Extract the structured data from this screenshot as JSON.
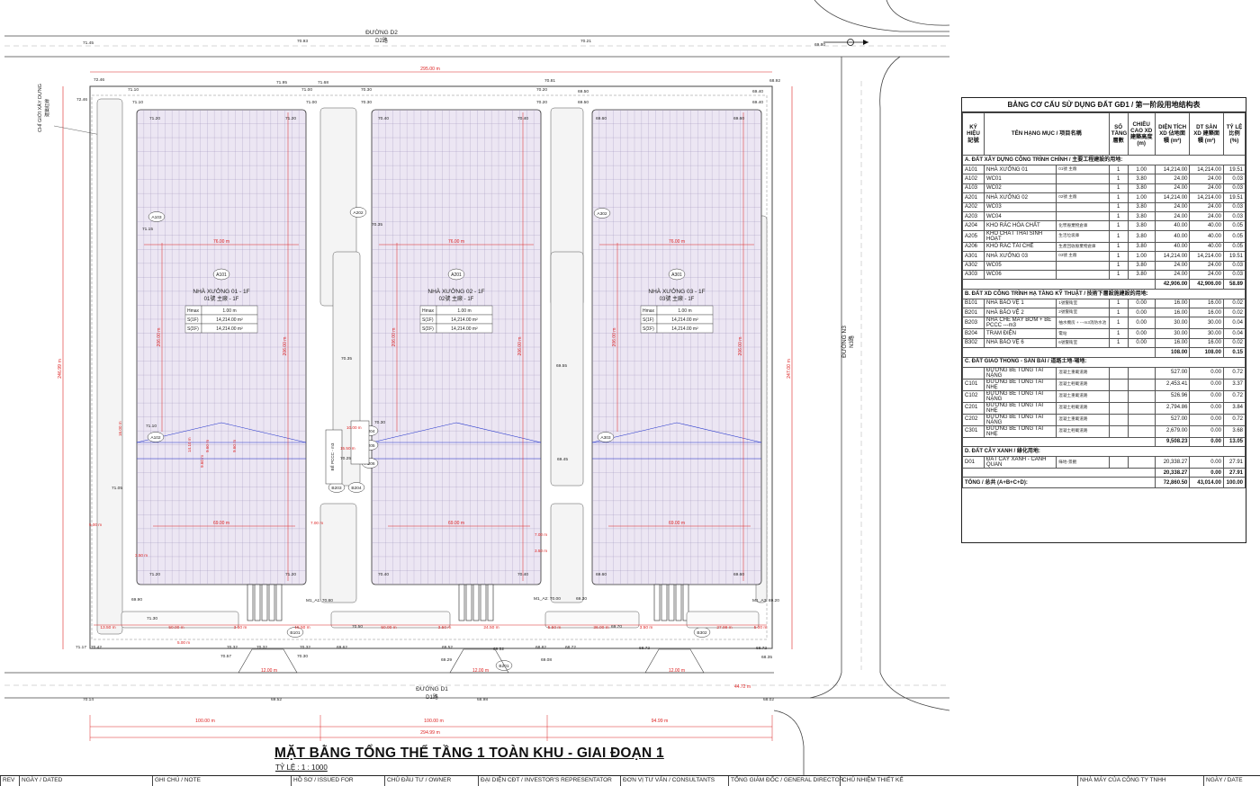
{
  "roads": {
    "d2": {
      "vn": "ĐƯỜNG D2",
      "zh": "D2路"
    },
    "d1": {
      "vn": "ĐƯỜNG D1",
      "zh": "D1路"
    },
    "n3": {
      "vn": "ĐƯỜNG N3",
      "zh": "N3路"
    }
  },
  "boundary_label": {
    "vn": "CHỈ GIỚI XÂY DỰNG",
    "zh": "建築紅線"
  },
  "elevations": {
    "top_road": [
      "71.45",
      "70.93",
      "70.21",
      "69.80"
    ],
    "top_site": [
      "72.46",
      "71.95",
      "71.68",
      "70.81",
      "68.92"
    ],
    "top_inner": [
      "71.10",
      "71.00",
      "70.30",
      "70.20",
      "69.50",
      "69.40"
    ],
    "top_inner2": [
      "71.10",
      "71.00",
      "70.30",
      "70.20",
      "69.50",
      "69.40"
    ],
    "left_top": "72.46",
    "corners_a": [
      "71.20",
      "71.20",
      "70.40",
      "70.40",
      "69.60",
      "69.60"
    ],
    "corners_b": [
      "71.20",
      "71.20",
      "70.40",
      "70.40",
      "69.60",
      "69.60"
    ],
    "mid": [
      "71.15",
      "70.35",
      "70.35",
      "69.55",
      "71.05",
      "69.45",
      "71.10",
      "70.30",
      "70.25"
    ],
    "bottom_row1": [
      "69.90",
      "M1_A1: 70.80",
      "M1_A2: 70.00",
      "69.30",
      "M1_A3: 69.20"
    ],
    "bottom_row2": [
      "71.30",
      "70.50",
      "69.70"
    ],
    "bottom_row3": [
      "71.17",
      "70.42",
      "70.32",
      "70.32",
      "70.32",
      "69.62",
      "69.52",
      "69.52",
      "68.82",
      "68.72",
      "68.72",
      "68.72"
    ],
    "bottom_row4": [
      "70.57",
      "70.30",
      "69.29",
      "69.08",
      "68.35"
    ],
    "bottom_road": [
      "70.14",
      "69.52",
      "68.98",
      "68.02"
    ]
  },
  "dims": {
    "top_total": "295.00 m",
    "left_total": "246.99 m",
    "left_inner": "206.00 m",
    "right_total": "247.00 m",
    "building_len": "206.00 m",
    "building_width": "76.00 m",
    "inner_width": "69.00 m",
    "small": [
      "16.00 m",
      "14.10 m",
      "9.60 m",
      "9.60 m",
      "10.00 m",
      "15.50 m",
      "9.60 m",
      "3.50 m",
      "3.50 m",
      "7.00 m",
      "5.00 m",
      "5.00 m",
      "7.00 m"
    ],
    "bottom_seg": [
      "13.50 m",
      "50.00 m",
      "3.50 m",
      "15.50 m",
      "50.00 m",
      "3.50 m",
      "24.50 m",
      "5.50 m",
      "36.00 m",
      "3.50 m",
      "27.99 m",
      "5.00 m"
    ],
    "gate": "12.00 m",
    "gate_offset": "12.00 m",
    "d1_offset": "44.72 m",
    "bottom_total": [
      "100.00 m",
      "100.00 m",
      "94.99 m"
    ],
    "bottom_grand": "294.99 m"
  },
  "buildings": [
    {
      "code": "A101",
      "name_vn": "NHÀ XƯỞNG 01 - 1F",
      "name_zh": "01號 主廠 - 1F",
      "rows": [
        [
          "Hmax",
          "1.00 m"
        ],
        [
          "S(1F)",
          "14,214.00 m²"
        ],
        [
          "S(ΣF)",
          "14,214.00 m²"
        ]
      ]
    },
    {
      "code": "A201",
      "name_vn": "NHÀ XƯỞNG 02 - 1F",
      "name_zh": "02號 主廠 - 1F",
      "rows": [
        [
          "Hmax",
          "1.00 m"
        ],
        [
          "S(1F)",
          "14,214.00 m²"
        ],
        [
          "S(ΣF)",
          "14,214.00 m²"
        ]
      ]
    },
    {
      "code": "A301",
      "name_vn": "NHÀ XƯỞNG 03 - 1F",
      "name_zh": "03號 主廠 - 1F",
      "rows": [
        [
          "Hmax",
          "1.00 m"
        ],
        [
          "S(1F)",
          "14,214.00 m²"
        ],
        [
          "S(ΣF)",
          "14,214.00 m²"
        ]
      ]
    }
  ],
  "tags": [
    "A103",
    "A202",
    "A302",
    "A102",
    "A203",
    "A204",
    "A205",
    "A206",
    "A303",
    "B203",
    "B204",
    "B101",
    "B201",
    "B302"
  ],
  "pump_label": "BỂ PCCC - m3",
  "drawing_title": "MẶT BẰNG TỔNG THỂ TẦNG 1 TOÀN KHU - GIAI ĐOẠN 1",
  "drawing_scale": "TỶ LỆ : 1 : 1000",
  "table": {
    "title": "BẢNG CƠ CẤU SỬ DỤNG ĐẤT GĐ1 / 第一阶段用地结构表",
    "headers": {
      "code": "KÝ HIỆU 記號",
      "name": "TÊN HẠNG MỤC / 项目名稱",
      "floors": "SỐ TẦNG 層數",
      "height": "CHIỀU CAO XD 建築高度 (m)",
      "area": "DIỆN TÍCH XD 佔地面積 (m²)",
      "floor_area": "DT SÀN XD 建築面積 (m²)",
      "ratio": "TỶ LỆ 比例 (%)"
    },
    "sections": [
      {
        "title": "A. ĐẤT XÂY DỰNG CÔNG TRÌNH CHÍNH / 主要工程建設的用地:",
        "rows": [
          [
            "A101",
            "NHÀ XƯỞNG 01",
            "01號 主廠",
            "1",
            "1.00",
            "14,214.00",
            "14,214.00",
            "19.51"
          ],
          [
            "A102",
            "WC01",
            "",
            "1",
            "3.80",
            "24.00",
            "24.00",
            "0.03"
          ],
          [
            "A103",
            "WC02",
            "",
            "1",
            "3.80",
            "24.00",
            "24.00",
            "0.03"
          ],
          [
            "A201",
            "NHÀ XƯỞNG 02",
            "02號 主廠",
            "1",
            "1.00",
            "14,214.00",
            "14,214.00",
            "19.51"
          ],
          [
            "A202",
            "WC03",
            "",
            "1",
            "3.80",
            "24.00",
            "24.00",
            "0.03"
          ],
          [
            "A203",
            "WC04",
            "",
            "1",
            "3.80",
            "24.00",
            "24.00",
            "0.03"
          ],
          [
            "A204",
            "KHO RÁC HÓA CHẤT",
            "化學廢棄物倉庫",
            "1",
            "3.80",
            "40.00",
            "40.00",
            "0.05"
          ],
          [
            "A205",
            "KHO CHẤT THẢI SINH HOẠT",
            "生活垃圾庫",
            "1",
            "3.80",
            "40.00",
            "40.00",
            "0.05"
          ],
          [
            "A206",
            "KHO RÁC TÁI CHẾ",
            "生產回收廢棄物倉庫",
            "1",
            "3.80",
            "40.00",
            "40.00",
            "0.05"
          ],
          [
            "A301",
            "NHÀ XƯỞNG 03",
            "03號 主廠",
            "1",
            "1.00",
            "14,214.00",
            "14,214.00",
            "19.51"
          ],
          [
            "A302",
            "WC05",
            "",
            "1",
            "3.80",
            "24.00",
            "24.00",
            "0.03"
          ],
          [
            "A303",
            "WC06",
            "",
            "1",
            "3.80",
            "24.00",
            "24.00",
            "0.03"
          ]
        ],
        "subtotal": [
          "42,906.00",
          "42,906.00",
          "58.89"
        ]
      },
      {
        "title": "B. ĐẤT XD CÔNG TRÌNH HẠ TẦNG KỸ THUẬT / 技術下層設施建設的用地:",
        "rows": [
          [
            "B101",
            "NHÀ BẢO VỆ 1",
            "1號警衛室",
            "1",
            "0.00",
            "16.00",
            "16.00",
            "0.02"
          ],
          [
            "B201",
            "NHÀ BẢO VỆ 2",
            "2號警衛室",
            "1",
            "0.00",
            "16.00",
            "16.00",
            "0.02"
          ],
          [
            "B203",
            "NHÀ CHE MÁY BƠM + BỂ PCCC ---m3",
            "抽水機房 + ---m3消防水池",
            "1",
            "0.00",
            "30.00",
            "30.00",
            "0.04"
          ],
          [
            "B204",
            "TRẠM ĐIỆN",
            "電站",
            "1",
            "0.00",
            "30.00",
            "30.00",
            "0.04"
          ],
          [
            "B302",
            "NHÀ BẢO VỆ 6",
            "6號警衛室",
            "1",
            "0.00",
            "16.00",
            "16.00",
            "0.02"
          ]
        ],
        "subtotal": [
          "108.00",
          "108.00",
          "0.15"
        ]
      },
      {
        "title": "C. ĐẤT GIAO THÔNG - SÂN BÃI / 道路土地-場地:",
        "rows": [
          [
            "",
            "ĐƯỜNG BÊ TÔNG TẢI NẶNG",
            "混凝土重載道路",
            "",
            "",
            "527.00",
            "0.00",
            "0.72"
          ],
          [
            "C101",
            "ĐƯỜNG BÊ TÔNG TẢI NHẸ",
            "混凝土輕載道路",
            "",
            "",
            "2,453.41",
            "0.00",
            "3.37"
          ],
          [
            "C102",
            "ĐƯỜNG BÊ TÔNG TẢI NẶNG",
            "混凝土重載道路",
            "",
            "",
            "526.96",
            "0.00",
            "0.72"
          ],
          [
            "C201",
            "ĐƯỜNG BÊ TÔNG TẢI NHẸ",
            "混凝土輕載道路",
            "",
            "",
            "2,794.86",
            "0.00",
            "3.84"
          ],
          [
            "C202",
            "ĐƯỜNG BÊ TÔNG TẢI NẶNG",
            "混凝土重載道路",
            "",
            "",
            "527.00",
            "0.00",
            "0.72"
          ],
          [
            "C301",
            "ĐƯỜNG BÊ TÔNG TẢI NHẸ",
            "混凝土輕載道路",
            "",
            "",
            "2,679.00",
            "0.00",
            "3.68"
          ]
        ],
        "subtotal": [
          "9,508.23",
          "0.00",
          "13.05"
        ]
      },
      {
        "title": "D. ĐẤT CÂY XANH / 綠化用地:",
        "rows": [
          [
            "D01",
            "ĐẤT CÂY XANH - CẢNH QUAN",
            "綠地-景觀",
            "",
            "",
            "20,338.27",
            "0.00",
            "27.91"
          ]
        ],
        "subtotal": [
          "20,338.27",
          "0.00",
          "27.91"
        ]
      }
    ],
    "total_label": "TỔNG / 总共 (A+B+C+D):",
    "total": [
      "72,860.50",
      "43,014.00",
      "100.00"
    ]
  },
  "title_block": [
    "REV",
    "NGÀY / DATED",
    "GHI CHÚ / NOTE",
    "HỒ SƠ / ISSUED FOR",
    "CHỦ ĐẦU TƯ / OWNER",
    "ĐẠI DIỆN CĐT / INVESTOR'S REPRESENTATOR",
    "ĐƠN VỊ TƯ VẤN / CONSULTANTS",
    "TỔNG GIÁM ĐỐC / GENERAL DIRECTOR",
    "CHỦ NHIỆM THIẾT KẾ",
    "NHÀ MÁY CỦA CÔNG TY TNHH",
    "NGÀY / DATE"
  ],
  "colors": {
    "building_fill": "#ece6f3",
    "grid": "#9a8fb8",
    "dim_red": "#d22",
    "blue": "#2233cc",
    "line": "#333333"
  }
}
